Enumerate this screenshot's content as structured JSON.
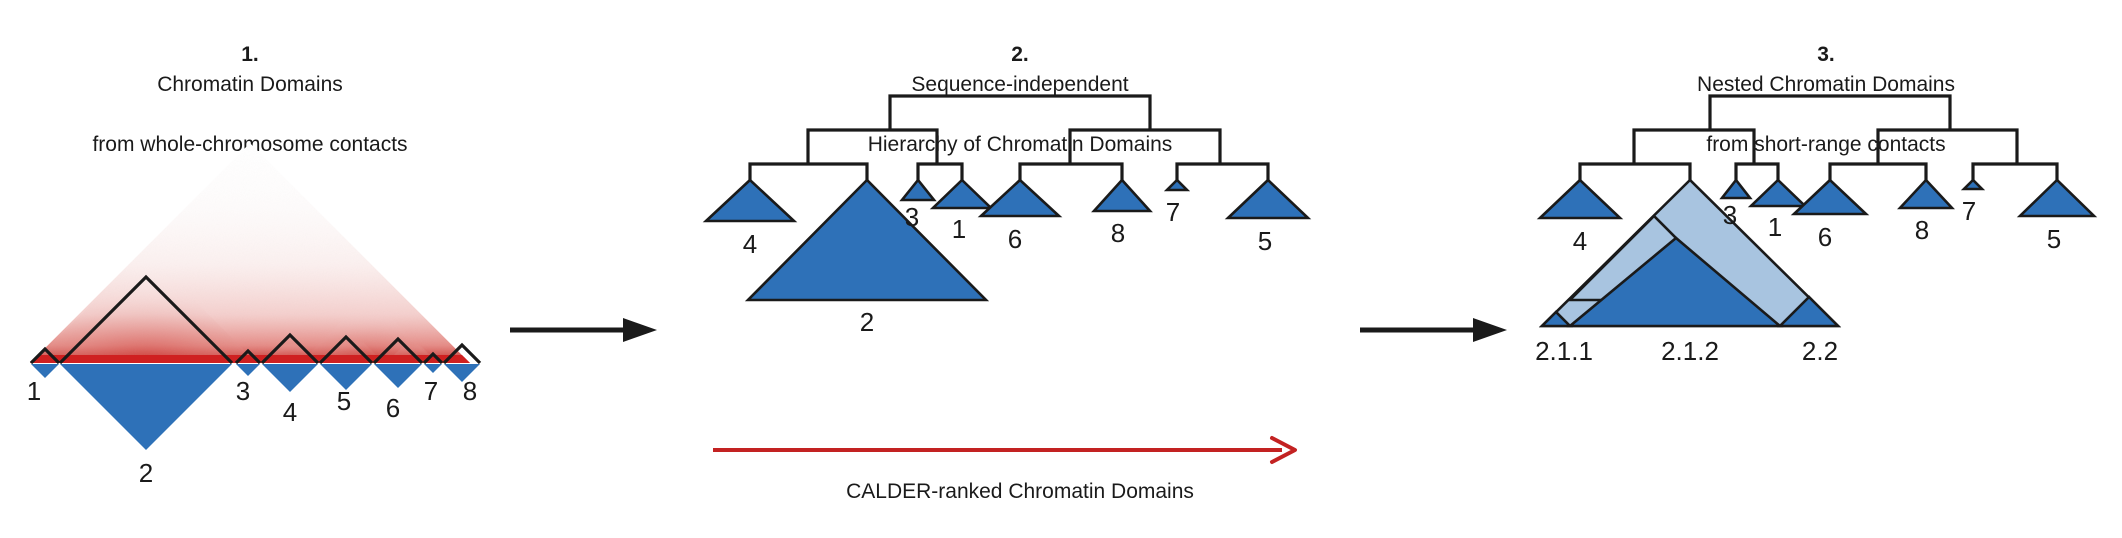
{
  "figure": {
    "background": "#ffffff",
    "colors": {
      "domain_blue": "#2E71B8",
      "nested_light_blue": "#A8C4E0",
      "heatmap_red": "#D42A2A",
      "outline_black": "#1a1a1a",
      "arrow_red": "#C32222"
    }
  },
  "panels": [
    {
      "id": "panel-1",
      "number": "1.",
      "title_line1": "Chromatin Domains",
      "title_line2": "from whole-chromosome contacts",
      "type": "hic-contact-map",
      "description": "Triangular Hi-C contact heatmap with black domain outlines along the diagonal and blue mirrored domain triangles below",
      "domain_labels": [
        "1",
        "3",
        "4",
        "5",
        "6",
        "7",
        "8"
      ],
      "large_domain_label": "2"
    },
    {
      "id": "panel-2",
      "number": "2.",
      "title_line1": "Sequence-independent",
      "title_line2": "Hierarchy of Chromatin Domains",
      "type": "dendrogram",
      "leaf_order": [
        "4",
        "2",
        "3",
        "1",
        "6",
        "8",
        "7",
        "5"
      ],
      "big_leaf_label": "2",
      "caption": "CALDER-ranked Chromatin Domains",
      "arrow_color": "#C32222"
    },
    {
      "id": "panel-3",
      "number": "3.",
      "title_line1": "Nested Chromatin Domains",
      "title_line2": "from short-range contacts",
      "type": "dendrogram-nested",
      "leaf_order": [
        "4",
        "3",
        "1",
        "6",
        "8",
        "7",
        "5"
      ],
      "nested_labels": [
        "2.1.1",
        "2.1.2",
        "2.2"
      ]
    }
  ],
  "arrows": [
    {
      "name": "arrow-panel1-to-panel2",
      "color": "#1a1a1a"
    },
    {
      "name": "arrow-panel2-to-panel3",
      "color": "#1a1a1a"
    }
  ]
}
